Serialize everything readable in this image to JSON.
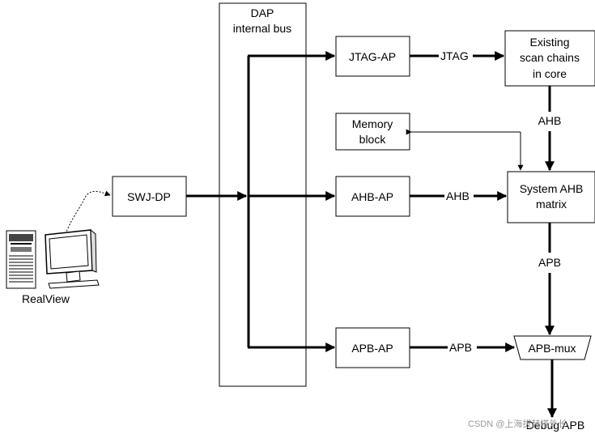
{
  "diagram": {
    "bus_title_1": "DAP",
    "bus_title_2": "internal bus",
    "swj_dp": "SWJ-DP",
    "jtag_ap": "JTAG-AP",
    "ahb_ap": "AHB-AP",
    "apb_ap": "APB-AP",
    "memory_1": "Memory",
    "memory_2": "block",
    "existing_1": "Existing",
    "existing_2": "scan chains",
    "existing_3": "in core",
    "system_1": "System AHB",
    "system_2": "matrix",
    "apb_mux": "APB-mux",
    "jtag_link": "JTAG",
    "ahb_link": "AHB",
    "ahb_vertical": "AHB",
    "apb_vertical": "APB",
    "apb_link": "APB",
    "debug_apb": "Debug APB",
    "realview": "RealView",
    "watermark": "CSDN @上海拔赫塔外长"
  },
  "colors": {
    "line": "#000000",
    "watermark": "#9a9a9a"
  }
}
